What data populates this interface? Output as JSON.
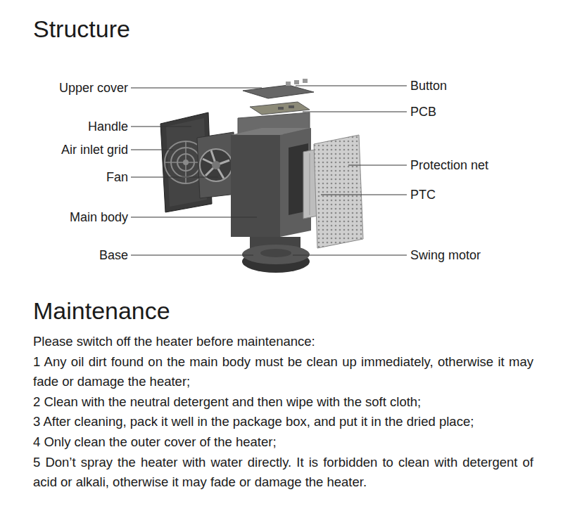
{
  "diagram": {
    "title": "Structure",
    "labels": [
      "Upper cover",
      "Handle",
      "Air inlet grid",
      "Fan",
      "Main body",
      "Base",
      "Button",
      "PCB",
      "Protection net",
      "PTC",
      "Swing motor",
      "Maintenance",
      "Please switch off the heater before maintenance:",
      "1 Any oil dirt found on the main body must be clean up immediately, otherwise it may fade or damage the heater;",
      "2 Clean with the neutral detergent and then wipe with the soft cloth;",
      "3 After cleaning, pack it well in the package box, and put it in the dried place;",
      "4 Only clean the outer cover of the heater;",
      "5 Don’t spray the heater with water directly. It is forbidden to clean with detergent of acid or alkali, otherwise it may fade or damage the heater."
    ]
  }
}
